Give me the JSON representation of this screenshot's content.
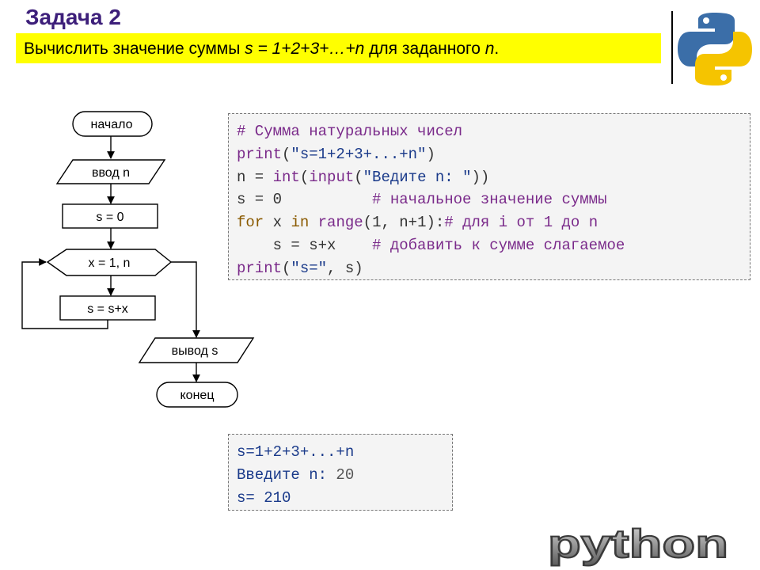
{
  "title": "Задача 2",
  "task": {
    "prefix": "Вычислить значение суммы ",
    "formula": "s = 1+2+3+…+n",
    "middle": "  для заданного ",
    "var": "n",
    "suffix": "."
  },
  "flowchart": {
    "start": "начало",
    "input": "ввод n",
    "init": "s = 0",
    "loop": "x = 1, n",
    "body": "s = s+x",
    "output": "вывод s",
    "end": "конец"
  },
  "code": {
    "l1": "# Сумма натуральных чисел",
    "l2_print": "print",
    "l2_paren_open": "(",
    "l2_str": "\"s=1+2+3+...+n\"",
    "l2_paren_close": ")",
    "l3_a": "n = ",
    "l3_int": "int",
    "l3_b": "(",
    "l3_input": "input",
    "l3_c": "(",
    "l3_str": "\"Ведите n: \"",
    "l3_d": "))",
    "l4_a": "s = 0          ",
    "l4_comment": "# начальное значение суммы",
    "l5_for": "for",
    "l5_a": " x ",
    "l5_in": "in",
    "l5_b": " ",
    "l5_range": "range",
    "l5_c": "(1, n+1):",
    "l5_comment": "# для i от 1 до n",
    "l6_a": "    s = s+x    ",
    "l6_comment": "# добавить к сумме слагаемое",
    "l7_print": "print",
    "l7_a": "(",
    "l7_str": "\"s=\"",
    "l7_b": ", s)"
  },
  "output": {
    "l1": "s=1+2+3+...+n",
    "l2_label": "Введите n: ",
    "l2_value": "20",
    "l3_label": "s= ",
    "l3_value": "210"
  },
  "logo_text": "python",
  "colors": {
    "title": "#3d1f7a",
    "highlight": "#ffff00",
    "python_blue": "#3b6ea8",
    "python_yellow": "#f5c400"
  }
}
